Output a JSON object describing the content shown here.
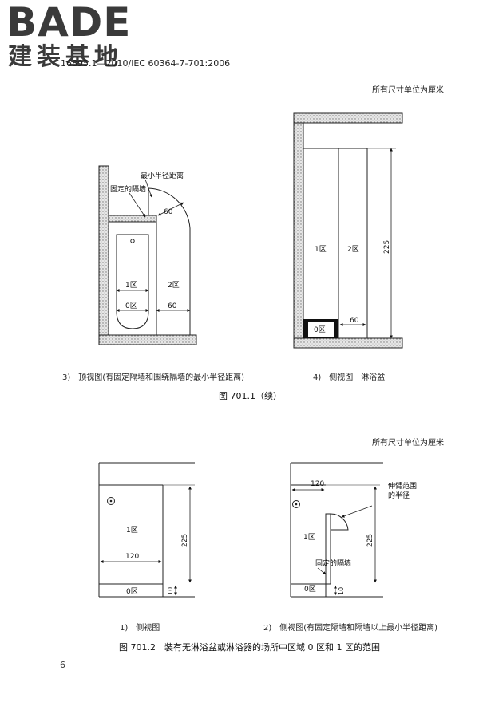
{
  "header": {
    "logo_latin": "BADE",
    "logo_chinese": "建装基地",
    "standard_number": "16895.1—2010/IEC 60364-7-701:2006"
  },
  "figure_701_1": {
    "units_note": "所有尺寸单位为厘米",
    "left_diagram": {
      "label_min_radius": "最小半径距离",
      "label_fixed_partition": "固定的隔墙",
      "dim_radius": "60",
      "zone1": "1区",
      "zone2": "2区",
      "zone0": "0区",
      "dim_width": "60",
      "caption": "3)　顶视图(有固定隔墙和围绕隔墙的最小半径距离)"
    },
    "right_diagram": {
      "zone1": "1区",
      "zone2": "2区",
      "zone0": "0区",
      "dim_height": "225",
      "dim_width": "60",
      "caption": "4)　侧视图　淋浴盆"
    },
    "title": "图 701.1（续）"
  },
  "figure_701_2": {
    "units_note": "所有尺寸单位为厘米",
    "left_diagram": {
      "zone1": "1区",
      "zone0": "0区",
      "dim_width": "120",
      "dim_height": "225",
      "dim_small": "10",
      "caption": "1)　侧视图"
    },
    "right_diagram": {
      "dim_width": "120",
      "label_arm_reach_1": "伸臂范围",
      "label_arm_reach_2": "的半径",
      "zone1": "1区",
      "zone0": "0区",
      "label_fixed_partition": "固定的隔墙",
      "dim_height": "225",
      "dim_small": "10",
      "caption": "2)　侧视图(有固定隔墙和隔墙以上最小半径距离)"
    },
    "title": "图 701.2　装有无淋浴盆或淋浴器的场所中区域 0 区和 1 区的范围"
  },
  "footer": {
    "page_number": "6"
  }
}
